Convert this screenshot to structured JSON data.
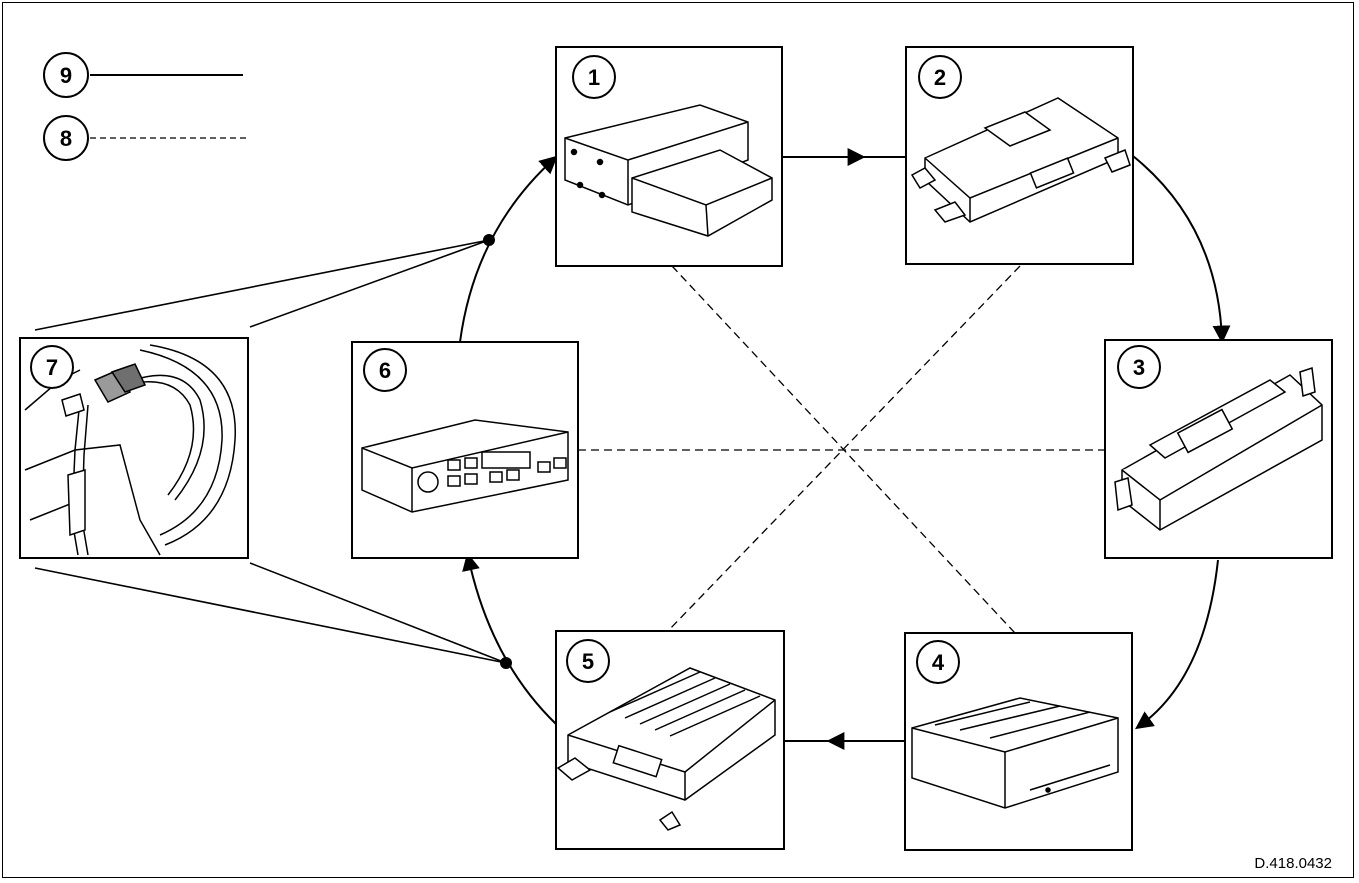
{
  "diagram": {
    "reference": "D.418.0432",
    "legend": [
      {
        "number": "9",
        "style": "solid"
      },
      {
        "number": "8",
        "style": "dashed"
      }
    ],
    "components": [
      {
        "number": "1",
        "icon": "cd-changer-icon"
      },
      {
        "number": "2",
        "icon": "control-module-icon"
      },
      {
        "number": "3",
        "icon": "display-module-icon"
      },
      {
        "number": "4",
        "icon": "navigation-unit-icon"
      },
      {
        "number": "5",
        "icon": "amplifier-icon"
      },
      {
        "number": "6",
        "icon": "audio-head-unit-icon"
      },
      {
        "number": "7",
        "icon": "harness-connector-icon"
      }
    ]
  }
}
